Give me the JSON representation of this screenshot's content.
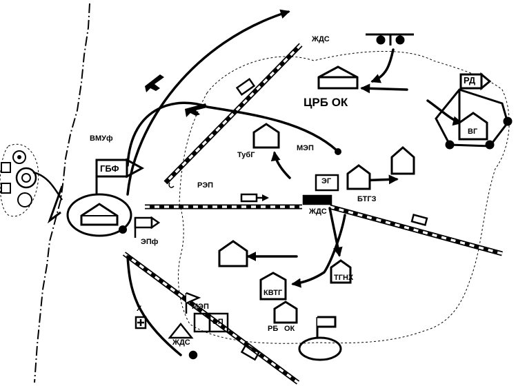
{
  "diagram": {
    "labels": {
      "vmuf": "ВМУф",
      "gbf": "ГБФ",
      "zhds_top": "ЖДС",
      "crb_ok": "ЦРБ ОК",
      "rd": "РД",
      "vg": "ВГ",
      "mep_center": "МЭП",
      "tubg": "ТубГ",
      "rep": "РЭП",
      "eg": "ЭГ",
      "btgz": "БТГЗ",
      "zhds_center": "ЖДС",
      "epf": "ЭПф",
      "tgnh": "ТГНХ",
      "kvtg": "КВТГ",
      "x_mark": "Х",
      "mep_bottom": "МЭП",
      "ep_bottom": "ЭП",
      "zhds_bottom": "ЖДС",
      "rb": "РБ",
      "ok": "ОК"
    },
    "colors": {
      "ink": "#000000",
      "paper": "#ffffff"
    }
  }
}
